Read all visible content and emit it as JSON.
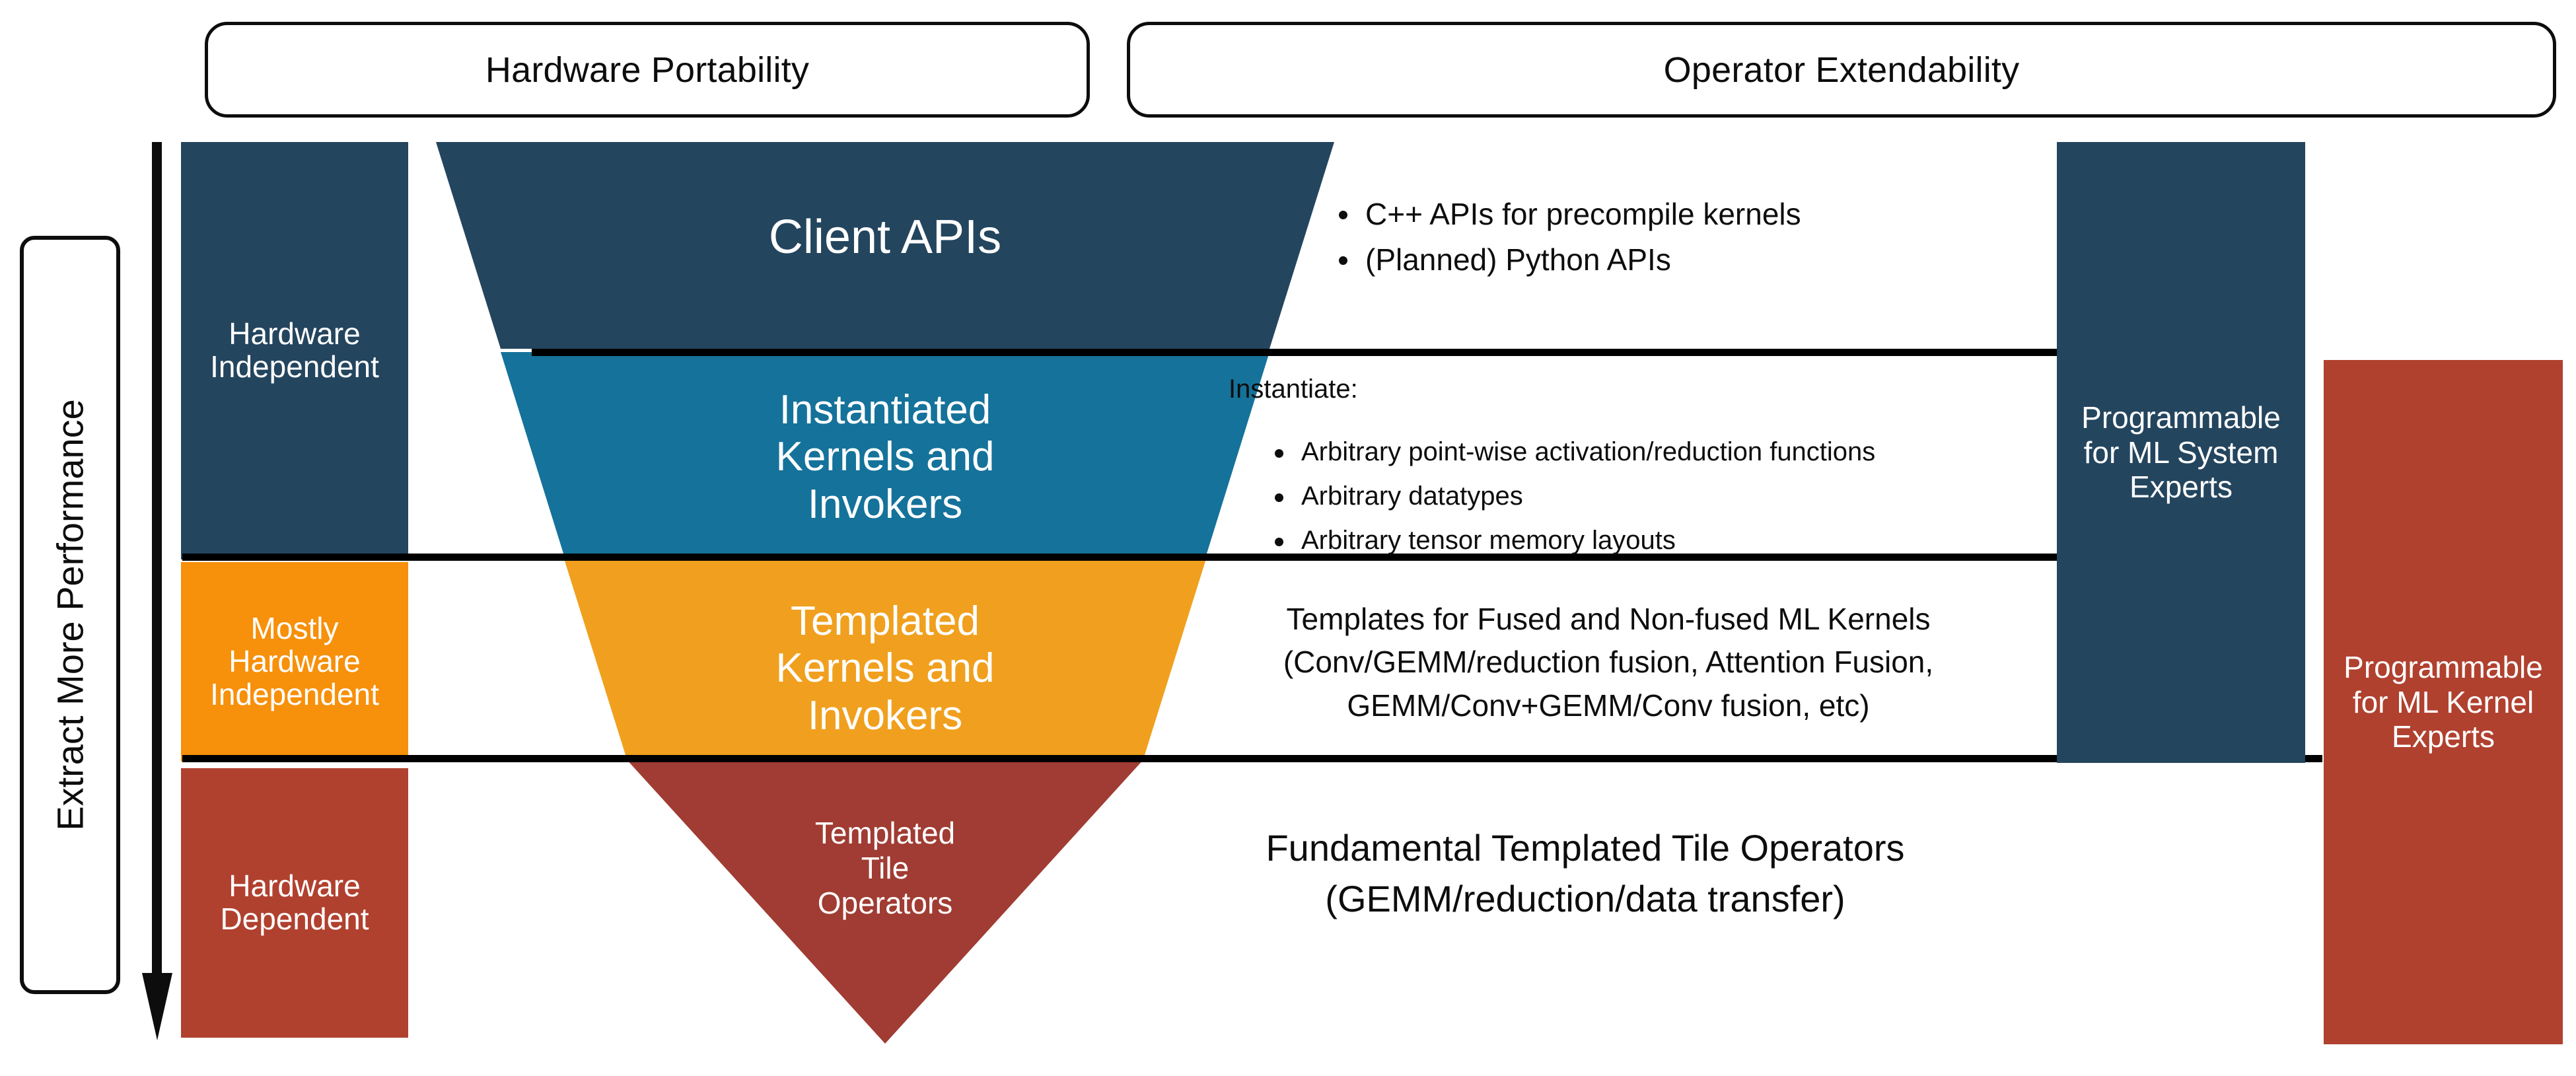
{
  "headers": [
    {
      "label": "Hardware Portability"
    },
    {
      "label": "Operator Extendability"
    }
  ],
  "axis": {
    "label": "Extract More Performance",
    "arrow_direction": "down"
  },
  "hardware_levels": [
    {
      "label_lines": [
        "Hardware",
        "Independent"
      ],
      "color": "#24455e"
    },
    {
      "label_lines": [
        "Mostly",
        "Hardware",
        "Independent"
      ],
      "color": "#f7900a"
    },
    {
      "label_lines": [
        "Hardware",
        "Dependent"
      ],
      "color": "#b0412f"
    }
  ],
  "funnel": {
    "layers": [
      {
        "name": "client-apis",
        "label_lines": [
          "Client APIs"
        ],
        "color": "#24455e"
      },
      {
        "name": "instantiated-kernels",
        "label_lines": [
          "Instantiated",
          "Kernels and",
          "Invokers"
        ],
        "color": "#15729a"
      },
      {
        "name": "templated-kernels",
        "label_lines": [
          "Templated",
          "Kernels and",
          "Invokers"
        ],
        "color": "#f0a01e"
      },
      {
        "name": "templated-tile-operators",
        "label_lines": [
          "Templated",
          "Tile",
          "Operators"
        ],
        "color": "#a03c33"
      }
    ]
  },
  "descriptions": {
    "client_apis": {
      "bullets": [
        "C++ APIs for precompile kernels",
        "(Planned) Python APIs"
      ]
    },
    "instantiated_kernels": {
      "intro": "Instantiate:",
      "bullets": [
        "Arbitrary point-wise activation/reduction functions",
        "Arbitrary datatypes",
        "Arbitrary tensor memory layouts"
      ]
    },
    "templated_kernels": {
      "lines": [
        "Templates for Fused and Non-fused ML Kernels",
        "(Conv/GEMM/reduction fusion, Attention Fusion,",
        "GEMM/Conv+GEMM/Conv fusion, etc)"
      ]
    },
    "fundamental_operators": {
      "lines": [
        "Fundamental Templated Tile Operators",
        "(GEMM/reduction/data transfer)"
      ]
    }
  },
  "personas": [
    {
      "name": "ml-system-experts",
      "label_lines": [
        "Programmable",
        "for ML System",
        "Experts"
      ],
      "color": "#24455e"
    },
    {
      "name": "ml-kernel-experts",
      "label_lines": [
        "Programmable",
        "for ML Kernel",
        "Experts"
      ],
      "color": "#b0412f"
    }
  ],
  "colors": {
    "dark_blue": "#24455e",
    "medium_blue": "#15729a",
    "orange": "#f7900a",
    "funnel_orange": "#f0a01e",
    "red": "#b0412f",
    "funnel_red": "#a03c33",
    "outline": "#0d0d0d"
  }
}
